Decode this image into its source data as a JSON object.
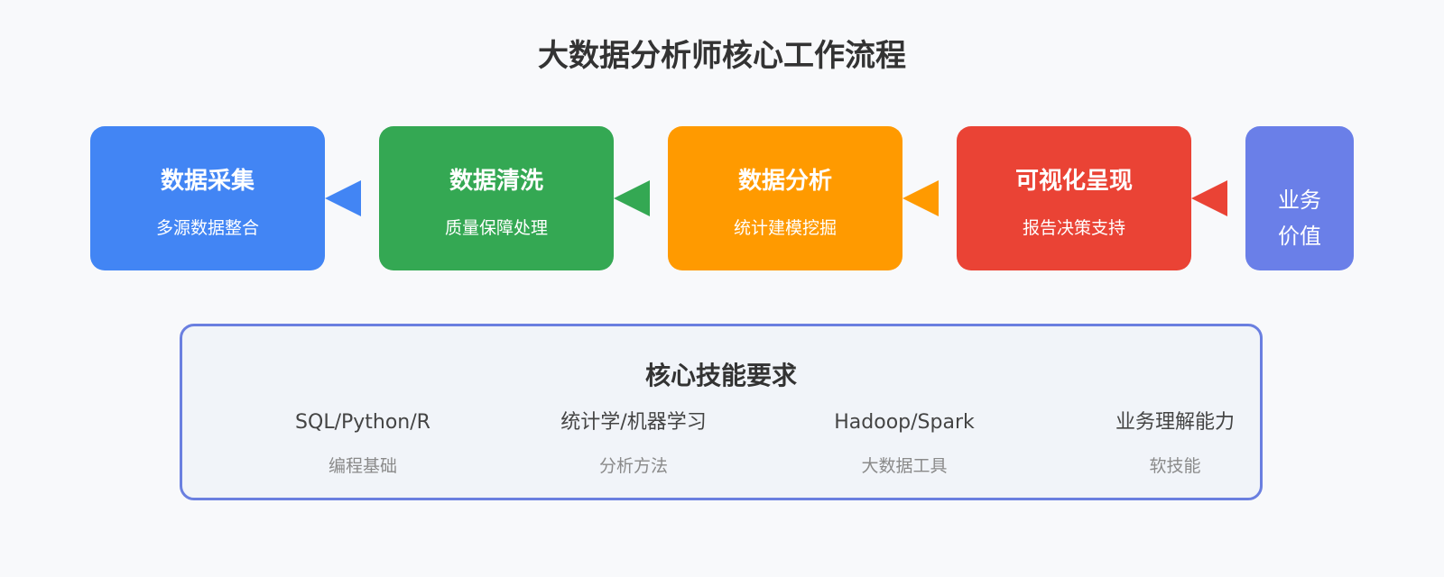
{
  "title": "大数据分析师核心工作流程",
  "colors": {
    "blue": "#4285f4",
    "green": "#34a853",
    "orange": "#ff9a00",
    "red": "#ea4335",
    "purple": "#6a7fe8",
    "panel_border": "#6a7fe0"
  },
  "steps": [
    {
      "title": "数据采集",
      "subtitle": "多源数据整合"
    },
    {
      "title": "数据清洗",
      "subtitle": "质量保障处理"
    },
    {
      "title": "数据分析",
      "subtitle": "统计建模挖掘"
    },
    {
      "title": "可视化呈现",
      "subtitle": "报告决策支持"
    },
    {
      "title_line1": "业务",
      "title_line2": "价值"
    }
  ],
  "skills": {
    "title": "核心技能要求",
    "items": [
      {
        "name": "SQL/Python/R",
        "desc": "编程基础"
      },
      {
        "name": "统计学/机器学习",
        "desc": "分析方法"
      },
      {
        "name": "Hadoop/Spark",
        "desc": "大数据工具"
      },
      {
        "name": "业务理解能力",
        "desc": "软技能"
      }
    ]
  }
}
